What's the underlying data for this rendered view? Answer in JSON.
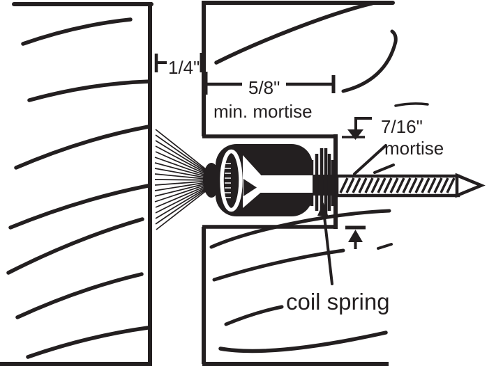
{
  "colors": {
    "ink": "#231f20",
    "paper": "#ffffff"
  },
  "labels": {
    "gap_dimension": "1/4\"",
    "mortise_depth_dimension": "5/8\"",
    "mortise_depth_caption": "min. mortise",
    "mortise_height_dimension": "7/16\"",
    "mortise_height_caption": "mortise",
    "coil_spring_callout": "coil spring"
  }
}
